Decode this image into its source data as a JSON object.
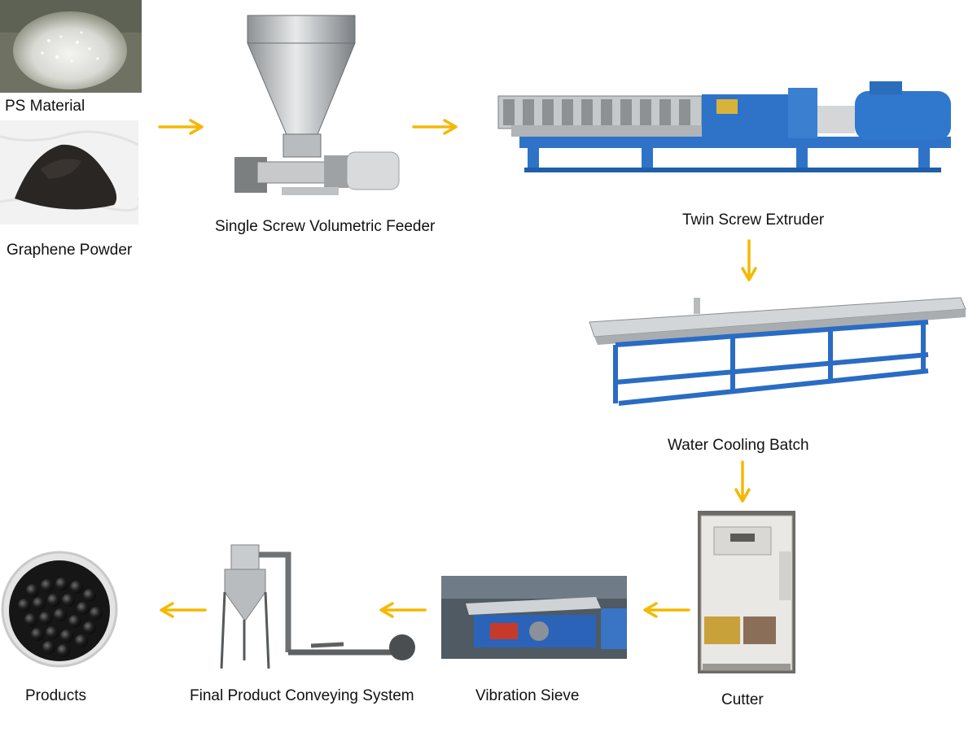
{
  "diagram": {
    "arrow_color": "#f5b800",
    "stages": {
      "ps_material": {
        "label": "PS Material"
      },
      "graphene_powder": {
        "label": "Graphene Powder"
      },
      "feeder": {
        "label": "Single Screw Volumetric Feeder"
      },
      "extruder": {
        "label": "Twin Screw Extruder"
      },
      "cooling": {
        "label": "Water Cooling Batch"
      },
      "cutter": {
        "label": "Cutter"
      },
      "sieve": {
        "label": "Vibration Sieve"
      },
      "conveying": {
        "label": "Final Product Conveying System"
      },
      "products": {
        "label": "Products"
      }
    }
  }
}
